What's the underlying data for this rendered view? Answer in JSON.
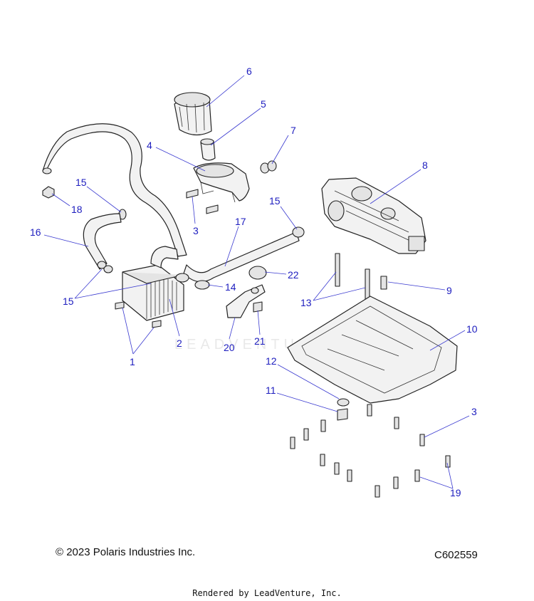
{
  "diagram": {
    "callouts": [
      {
        "id": "c6",
        "label": "6"
      },
      {
        "id": "c5",
        "label": "5"
      },
      {
        "id": "c4",
        "label": "4"
      },
      {
        "id": "c7",
        "label": "7"
      },
      {
        "id": "c8",
        "label": "8"
      },
      {
        "id": "c15a",
        "label": "15"
      },
      {
        "id": "c18",
        "label": "18"
      },
      {
        "id": "c3a",
        "label": "3"
      },
      {
        "id": "c15b",
        "label": "15"
      },
      {
        "id": "c17",
        "label": "17"
      },
      {
        "id": "c16",
        "label": "16"
      },
      {
        "id": "c22",
        "label": "22"
      },
      {
        "id": "c14",
        "label": "14"
      },
      {
        "id": "c13",
        "label": "13"
      },
      {
        "id": "c9",
        "label": "9"
      },
      {
        "id": "c15c",
        "label": "15"
      },
      {
        "id": "c10",
        "label": "10"
      },
      {
        "id": "c2",
        "label": "2"
      },
      {
        "id": "c21",
        "label": "21"
      },
      {
        "id": "c20",
        "label": "20"
      },
      {
        "id": "c1",
        "label": "1"
      },
      {
        "id": "c12",
        "label": "12"
      },
      {
        "id": "c11",
        "label": "11"
      },
      {
        "id": "c3b",
        "label": "3"
      },
      {
        "id": "c19",
        "label": "19"
      }
    ],
    "watermark": "LEADVENTURE"
  },
  "footer": {
    "copyright": "© 2023 Polaris Industries Inc.",
    "diagram_code": "C602559",
    "rendered_by": "Rendered by LeadVenture, Inc."
  },
  "colors": {
    "callout": "#1d1dbf",
    "line": "#222222"
  }
}
